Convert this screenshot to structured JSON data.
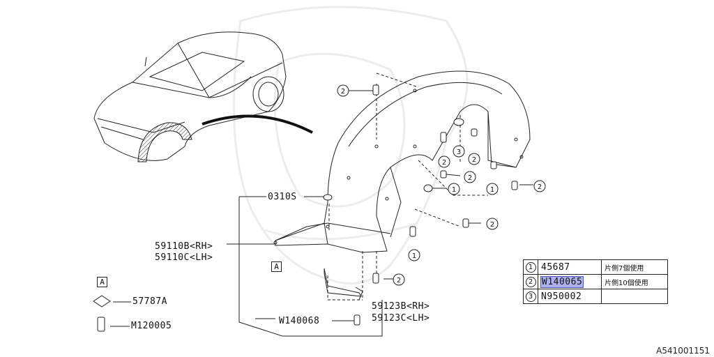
{
  "labels": {
    "clip_0310s": "0310S",
    "liner_rh": "59110B<RH>",
    "liner_lh": "59110C<LH>",
    "bracket_rh": "59123B<RH>",
    "bracket_lh": "59123C<LH>",
    "bolt_w140068": "W140068",
    "part_57787a": "57787A",
    "part_m120005": "M120005",
    "ref_a_main": "A",
    "ref_a_detail": "A"
  },
  "callouts": {
    "c1": "1",
    "c2": "2",
    "c3": "3"
  },
  "parts_table": [
    {
      "num": "1",
      "code": "45687",
      "note": "片側7個使用",
      "highlight": false
    },
    {
      "num": "2",
      "code": "W140065",
      "note": "片側10個使用",
      "highlight": true
    },
    {
      "num": "3",
      "code": "N950002",
      "note": "",
      "highlight": false
    }
  ],
  "reference_code": "A541001151",
  "icons": [
    "car-outline-icon",
    "fender-liner-icon",
    "clip-icon",
    "bolt-icon"
  ],
  "colors": {
    "line": "#111111",
    "highlight": "#aeb2ee",
    "watermark": "#eeeeee"
  }
}
